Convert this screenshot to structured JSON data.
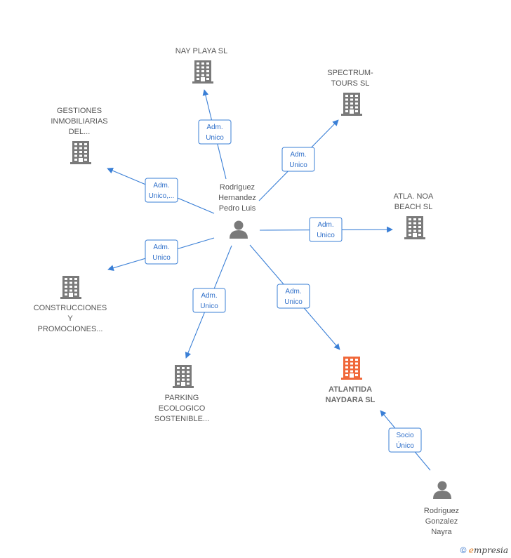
{
  "colors": {
    "edge": "#3a7fd6",
    "company": "#7a7a7a",
    "highlight": "#f0683a",
    "person": "#7a7a7a"
  },
  "nodes": [
    {
      "id": "person-main",
      "kind": "person",
      "icon": "person-icon",
      "lines": [
        "Rodriguez",
        "Hernandez",
        "Pedro Luis"
      ]
    },
    {
      "id": "nay-playa",
      "kind": "company",
      "icon": "building-icon",
      "lines": [
        "NAY PLAYA SL"
      ]
    },
    {
      "id": "spectrum",
      "kind": "company",
      "icon": "building-icon",
      "lines": [
        "SPECTRUM-",
        "TOURS SL"
      ]
    },
    {
      "id": "gestiones",
      "kind": "company",
      "icon": "building-icon",
      "lines": [
        "GESTIONES",
        "INMOBILIARIAS",
        "DEL..."
      ]
    },
    {
      "id": "atla-noa",
      "kind": "company",
      "icon": "building-icon",
      "lines": [
        "ATLA. NOA",
        "BEACH  SL"
      ]
    },
    {
      "id": "construcciones",
      "kind": "company",
      "icon": "building-icon",
      "lines": [
        "CONSTRUCCIONES",
        "Y",
        "PROMOCIONES..."
      ]
    },
    {
      "id": "parking",
      "kind": "company",
      "icon": "building-icon",
      "lines": [
        "PARKING",
        "ECOLOGICO",
        "SOSTENIBLE..."
      ]
    },
    {
      "id": "atlantida",
      "kind": "company-main",
      "icon": "building-icon",
      "lines": [
        "ATLANTIDA",
        "NAYDARA  SL"
      ]
    },
    {
      "id": "person-nayra",
      "kind": "person",
      "icon": "person-icon",
      "lines": [
        "Rodriguez",
        "Gonzalez",
        "Nayra"
      ]
    }
  ],
  "edges": [
    {
      "from": "person-main",
      "to": "nay-playa",
      "label": [
        "Adm.",
        "Unico"
      ]
    },
    {
      "from": "person-main",
      "to": "spectrum",
      "label": [
        "Adm.",
        "Unico"
      ]
    },
    {
      "from": "person-main",
      "to": "gestiones",
      "label": [
        "Adm.",
        "Unico,..."
      ]
    },
    {
      "from": "person-main",
      "to": "atla-noa",
      "label": [
        "Adm.",
        "Unico"
      ]
    },
    {
      "from": "person-main",
      "to": "construcciones",
      "label": [
        "Adm.",
        "Unico"
      ]
    },
    {
      "from": "person-main",
      "to": "parking",
      "label": [
        "Adm.",
        "Unico"
      ]
    },
    {
      "from": "person-main",
      "to": "atlantida",
      "label": [
        "Adm.",
        "Unico"
      ]
    },
    {
      "from": "person-nayra",
      "to": "atlantida",
      "label": [
        "Socio",
        "Único"
      ]
    }
  ],
  "footer": {
    "copyright": "©",
    "brand_initial": "e",
    "brand_rest": "mpresia"
  }
}
